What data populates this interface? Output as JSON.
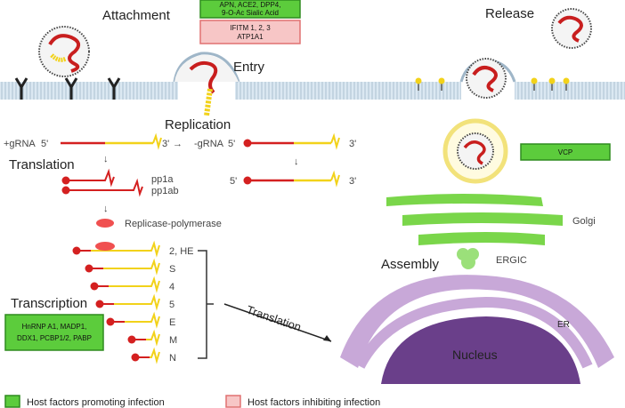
{
  "stages": {
    "attachment": "Attachment",
    "entry": "Entry",
    "release": "Release",
    "replication": "Replication",
    "translation": "Translation",
    "transcription": "Transcription",
    "assembly": "Assembly",
    "translation_arrow": "Translation"
  },
  "host_factor_boxes": {
    "receptors": [
      "APN, ACE2, DPP4,",
      "9-O-Ac Sialic Acid"
    ],
    "inhibitors": [
      "IFITM 1, 2, 3",
      "ATP1A1"
    ],
    "vcp": "VCP",
    "transcription_factors": [
      "HnRNP A1, MADP1,",
      "DDX1, PCBP1/2, PABP"
    ]
  },
  "replication_labels": {
    "plus_grna": "+gRNA",
    "five_prime": "5'",
    "three_prime": "3'",
    "minus_grna": "-gRNA",
    "pp1a": "pp1a",
    "pp1ab": "pp1ab",
    "replicase": "Replicase-polymerase"
  },
  "subgenomic_rnas": [
    "2, HE",
    "S",
    "4",
    "5",
    "E",
    "M",
    "N"
  ],
  "organelles": {
    "golgi": "Golgi",
    "ergic": "ERGIC",
    "er": "ER",
    "nucleus": "Nucleus"
  },
  "legend": {
    "promoting": "Host factors promoting infection",
    "inhibiting": "Host factors inhibiting infection"
  },
  "colors": {
    "promoting_fill": "#5ccc3c",
    "promoting_stroke": "#2e8b1e",
    "inhibiting_fill": "#f7c6c6",
    "inhibiting_stroke": "#e07070",
    "rna_red": "#d42020",
    "rna_yellow": "#f2d21a",
    "golgi_green": "#7ad64a",
    "er_purple": "#c8a8d8",
    "nucleus_purple": "#6a3f8a",
    "membrane_blue": "#cfe0ee"
  }
}
